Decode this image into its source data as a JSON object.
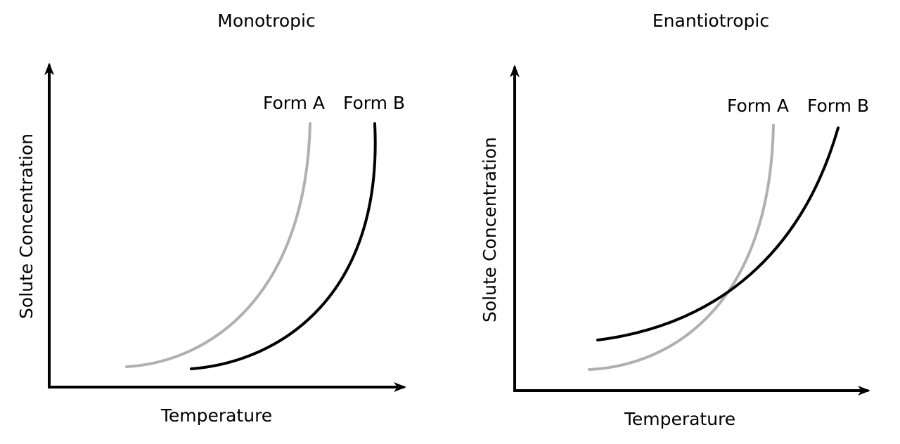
{
  "panels": [
    {
      "title": "Monotropic",
      "xlabel": "Temperature",
      "ylabel": "Solute Concentration",
      "curves": [
        {
          "label": "Form A",
          "color": "#b0b0b0"
        },
        {
          "label": "Form B",
          "color": "#000000"
        }
      ]
    },
    {
      "title": "Enantiotropic",
      "xlabel": "Temperature",
      "ylabel": "Solute Concentration",
      "curves": [
        {
          "label": "Form A",
          "color": "#b0b0b0"
        },
        {
          "label": "Form B",
          "color": "#000000"
        }
      ]
    }
  ]
}
